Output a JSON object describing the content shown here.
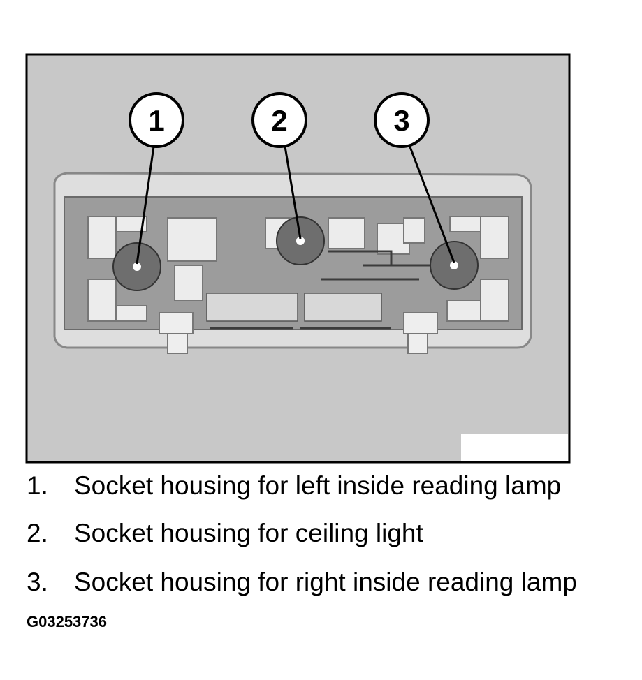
{
  "callouts": [
    {
      "number": "1",
      "label": "Socket housing for left inside reading lamp"
    },
    {
      "number": "2",
      "label": "Socket housing for ceiling light"
    },
    {
      "number": "3",
      "label": "Socket housing for right inside reading lamp"
    }
  ],
  "legend_numbers": [
    "1.",
    "2.",
    "3."
  ],
  "figure_code": "G03253736",
  "colors": {
    "frame_background": "#c8c8c8",
    "housing": "#b0b0b0",
    "socket": "#6e6e6e"
  }
}
